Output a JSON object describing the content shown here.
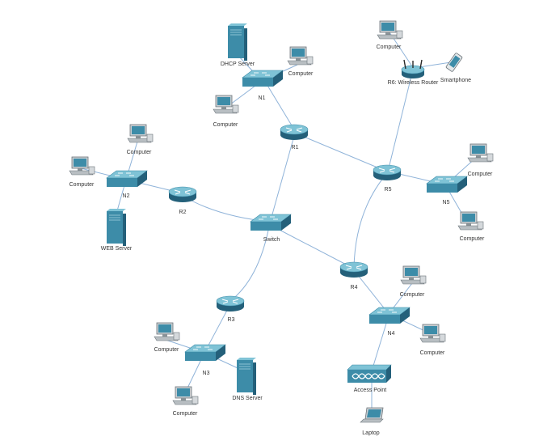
{
  "labels": {
    "dhcp_server": "DHCP Server",
    "computer": "Computer",
    "n1": "N1",
    "r1": "R1",
    "n2": "N2",
    "r2": "R2",
    "web_server": "WEB Server",
    "switch": "Switch",
    "r3": "R3",
    "n3": "N3",
    "dns_server": "DNS Server",
    "r4": "R4",
    "n4": "N4",
    "access_point": "Access Point",
    "laptop": "Laptop",
    "r5": "R5",
    "n5": "N5",
    "r6": "R6: Wireless Router",
    "smartphone": "Smartphone"
  },
  "colors": {
    "device_teal": "#3d8ca8",
    "device_light": "#7fc3d6",
    "device_dark": "#24607a",
    "link": "#8fb3d9",
    "label": "#333333"
  }
}
